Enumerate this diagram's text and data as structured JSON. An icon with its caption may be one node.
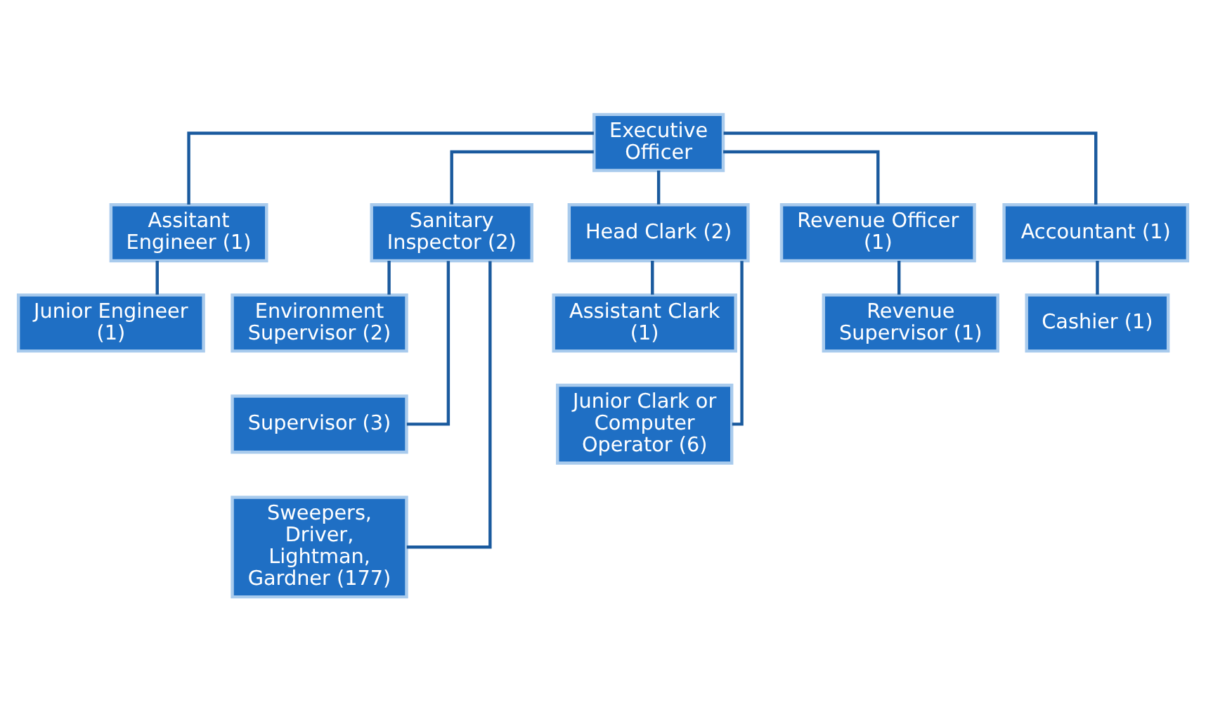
{
  "diagram": {
    "nodes": [
      {
        "text": [
          "Executive Officer"
        ]
      },
      {
        "text": [
          "Assitant Engineer (1)"
        ]
      },
      {
        "text": [
          "Sanitary Inspector (2)"
        ]
      },
      {
        "text": [
          "Head Clark (2)"
        ]
      },
      {
        "text": [
          "Revenue Officer (1)"
        ]
      },
      {
        "text": [
          "Accountant (1)"
        ]
      },
      {
        "text": [
          "Junior Engineer (1)"
        ]
      },
      {
        "text": [
          "Environment Supervisor (2)"
        ]
      },
      {
        "text": [
          "Supervisor (3)"
        ]
      },
      {
        "text": [
          "Sweepers, Driver, Lightman, Gardner (177)"
        ]
      },
      {
        "text": [
          "Assistant Clark (1)"
        ]
      },
      {
        "text": [
          "Junior Clark or Computer Operator (6)"
        ]
      },
      {
        "text": [
          "Revenue Supervisor (1)"
        ]
      },
      {
        "text": [
          "Cashier (1)"
        ]
      }
    ],
    "edges": [
      {
        "from": 0,
        "to": 1,
        "arrow": "none"
      },
      {
        "from": 0,
        "to": 2,
        "arrow": "none"
      },
      {
        "from": 0,
        "to": 3,
        "arrow": "none"
      },
      {
        "from": 0,
        "to": 4,
        "arrow": "none"
      },
      {
        "from": 0,
        "to": 5,
        "arrow": "none"
      },
      {
        "from": 1,
        "to": 6,
        "arrow": "none"
      },
      {
        "from": 2,
        "to": 7,
        "arrow": "none"
      },
      {
        "from": 2,
        "to": 8,
        "arrow": "none"
      },
      {
        "from": 2,
        "to": 9,
        "arrow": "none"
      },
      {
        "from": 3,
        "to": 10,
        "arrow": "none"
      },
      {
        "from": 3,
        "to": 11,
        "arrow": "none"
      },
      {
        "from": 4,
        "to": 12,
        "arrow": "none"
      },
      {
        "from": 5,
        "to": 13,
        "arrow": "none"
      }
    ]
  }
}
